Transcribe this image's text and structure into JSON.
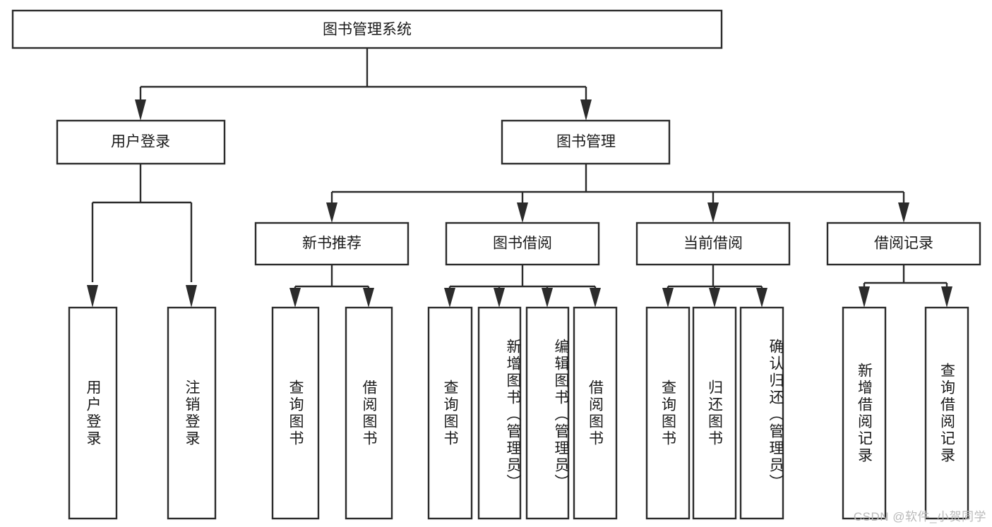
{
  "diagram": {
    "title_text": "图书管理系统",
    "type": "tree-hierarchy-diagram",
    "colors": {
      "background": "#ffffff",
      "box_stroke": "#2b2b2b",
      "box_fill": "#ffffff",
      "connector": "#2b2b2b",
      "text": "#1a1a1a",
      "watermark": "#b9b9b9"
    },
    "root": {
      "label": "图书管理系统"
    },
    "level2": [
      {
        "label": "用户登录"
      },
      {
        "label": "图书管理"
      }
    ],
    "level3": [
      {
        "label": "新书推荐"
      },
      {
        "label": "图书借阅"
      },
      {
        "label": "当前借阅"
      },
      {
        "label": "借阅记录"
      }
    ],
    "leaves": {
      "user_login": [
        {
          "label": "用户登录"
        },
        {
          "label": "注销登录"
        }
      ],
      "new_book_recommend": [
        {
          "label": "查询图书"
        },
        {
          "label": "借阅图书"
        }
      ],
      "book_borrow": [
        {
          "label": "查询图书"
        },
        {
          "label": "新增图书（管理员）"
        },
        {
          "label": "编辑图书（管理员）"
        },
        {
          "label": "借阅图书"
        }
      ],
      "current_borrow": [
        {
          "label": "查询图书"
        },
        {
          "label": "归还图书"
        },
        {
          "label": "确认归还（管理员）"
        }
      ],
      "borrow_record": [
        {
          "label": "新增借阅记录"
        },
        {
          "label": "查询借阅记录"
        }
      ]
    },
    "watermark": "CSDN @软件_小贺同学"
  }
}
